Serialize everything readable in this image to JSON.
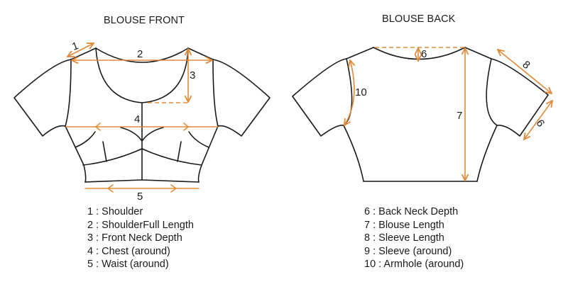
{
  "titles": {
    "front": "BLOUSE FRONT",
    "back": "BLOUSE BACK"
  },
  "labels": {
    "n1": "1",
    "n2": "2",
    "n3": "3",
    "n4": "4",
    "n5": "5",
    "n6": "6",
    "n7": "7",
    "n8": "8",
    "n9": "9",
    "n10": "10"
  },
  "legend_front": [
    {
      "num": "1",
      "text": "1 : Shoulder"
    },
    {
      "num": "2",
      "text": "2 : ShoulderFull Length"
    },
    {
      "num": "3",
      "text": "3 : Front Neck Depth"
    },
    {
      "num": "4",
      "text": "4 : Chest (around)"
    },
    {
      "num": "5",
      "text": "5 : Waist (around)"
    }
  ],
  "legend_back": [
    {
      "num": "6",
      "text": "6 : Back Neck Depth"
    },
    {
      "num": "7",
      "text": "7 : Blouse Length"
    },
    {
      "num": "8",
      "text": "8 : Sleeve Length"
    },
    {
      "num": "9",
      "text": "9 : Sleeve (around)"
    },
    {
      "num": "10",
      "text": "10 : Armhole (around)"
    }
  ],
  "colors": {
    "outline": "#1a1a1a",
    "measurement": "#e08a3a",
    "background": "#ffffff"
  }
}
